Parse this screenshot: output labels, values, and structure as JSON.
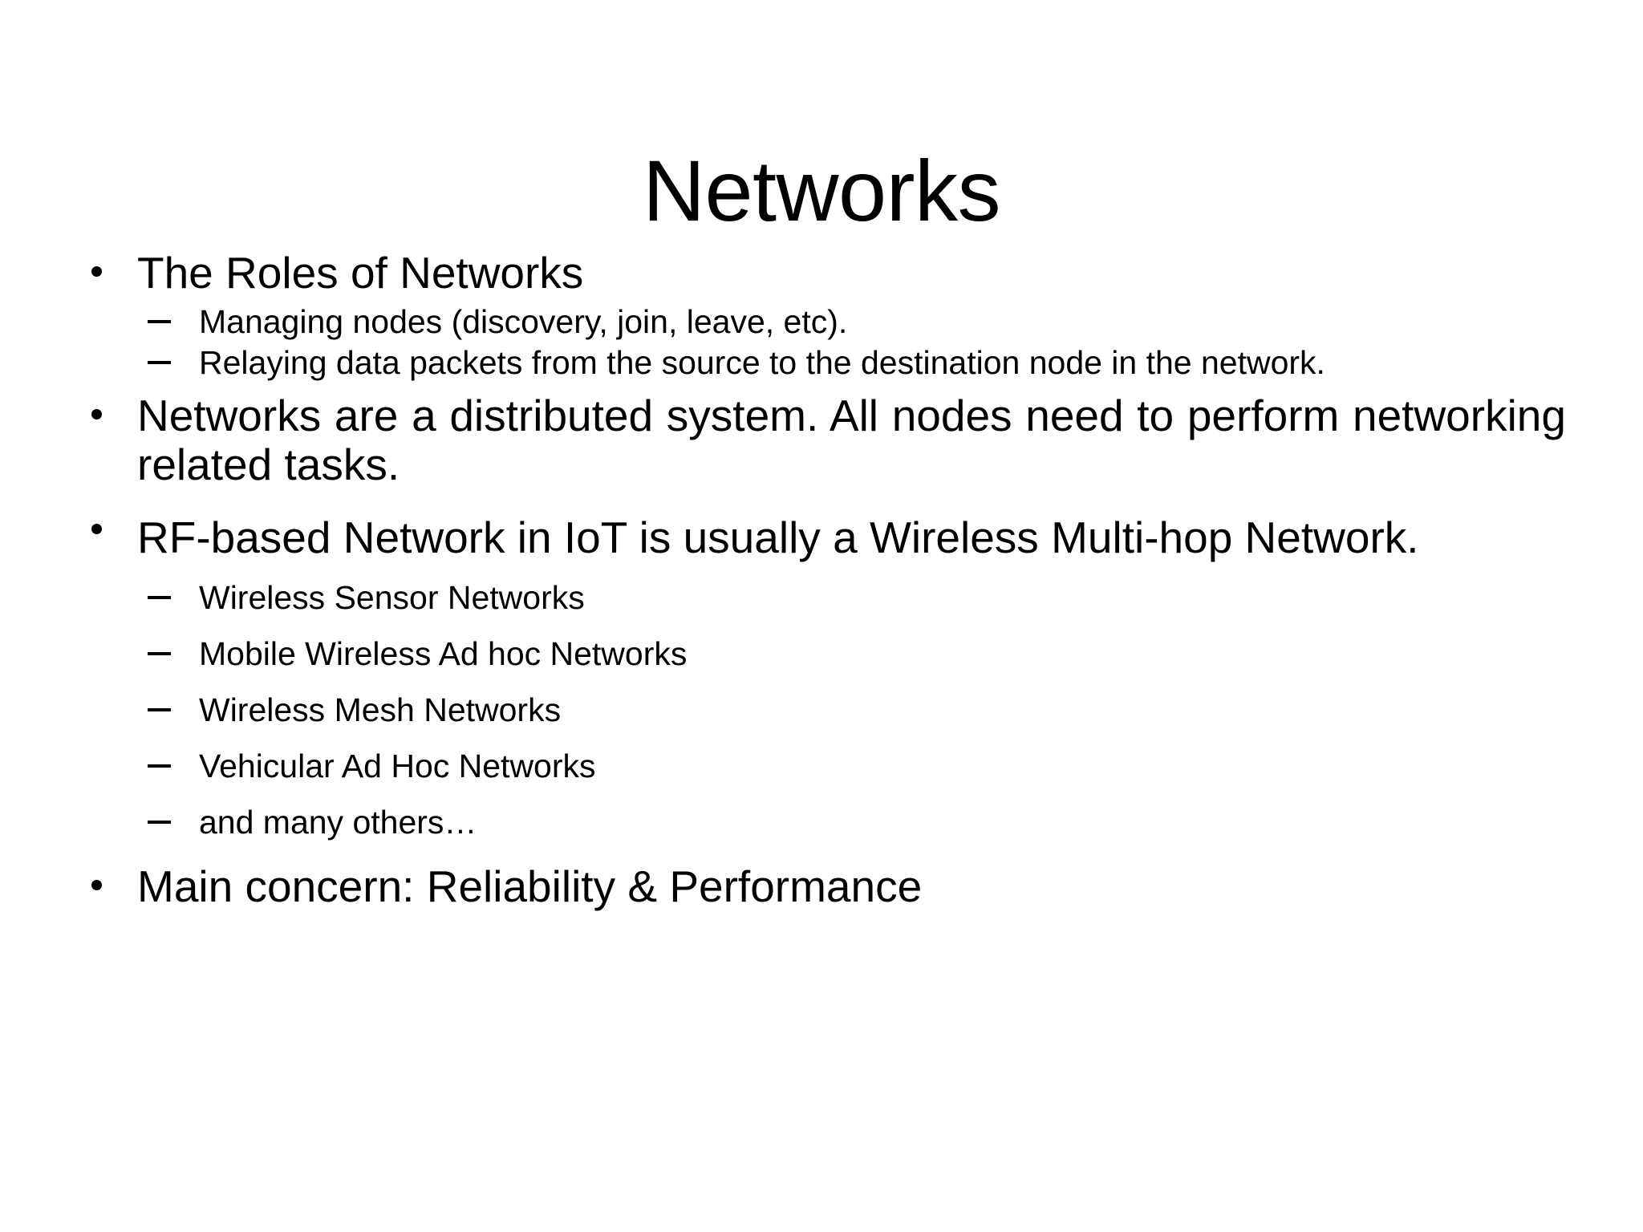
{
  "slide": {
    "title": "Networks",
    "background_color": "#ffffff",
    "text_color": "#000000",
    "bullets": [
      {
        "level": 1,
        "text": "The Roles of Networks",
        "marker": "disc"
      },
      {
        "level": 2,
        "text": "Managing nodes (discovery, join, leave, etc).",
        "marker": "dash"
      },
      {
        "level": 2,
        "text": "Relaying data packets from the source to the destination node in the network.",
        "marker": "dash"
      },
      {
        "level": 1,
        "text": "Networks are a distributed system. All nodes need to perform networking related tasks.",
        "marker": "disc"
      },
      {
        "level": 1,
        "text": "RF-based Network in IoT is usually a Wireless Multi-hop Network.",
        "marker": "disc"
      },
      {
        "level": 2,
        "text": "Wireless Sensor Networks",
        "marker": "dash"
      },
      {
        "level": 2,
        "text": "Mobile Wireless Ad hoc Networks",
        "marker": "dash"
      },
      {
        "level": 2,
        "text": "Wireless Mesh Networks",
        "marker": "dash"
      },
      {
        "level": 2,
        "text": "Vehicular Ad Hoc Networks",
        "marker": "dash"
      },
      {
        "level": 2,
        "text": "and many others…",
        "marker": "dash"
      },
      {
        "level": 1,
        "text": "Main concern: Reliability & Performance",
        "marker": "disc"
      }
    ]
  }
}
